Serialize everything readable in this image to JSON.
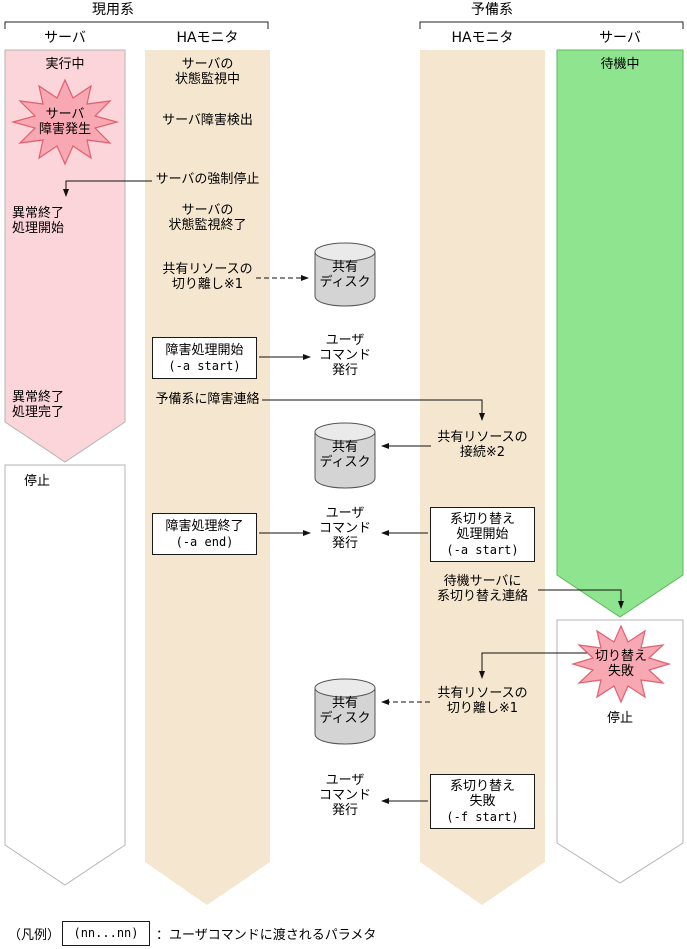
{
  "groups": {
    "active": "現用系",
    "standby": "予備系"
  },
  "columns": {
    "server_left": "サーバ",
    "hamonitor_left": "HAモニタ",
    "hamonitor_right": "HAモニタ",
    "server_right": "サーバ"
  },
  "active_server": {
    "running": "実行中",
    "failure_burst": "サーバ\n障害発生",
    "abend_start": "異常終了\n処理開始",
    "abend_done": "異常終了\n処理完了",
    "stopped": "停止"
  },
  "active_hamonitor": {
    "monitoring": "サーバの\n状態監視中",
    "failure_detected": "サーバ障害検出",
    "force_stop": "サーバの強制停止",
    "monitoring_end": "サーバの\n状態監視終了",
    "detach_resource": "共有リソースの\n切り離し※1",
    "cmd_start_box": {
      "title": "障害処理開始",
      "param": "(-a start)"
    },
    "notify_failure": "予備系に障害連絡",
    "cmd_end_box": {
      "title": "障害処理終了",
      "param": "(-a end)"
    }
  },
  "shared": {
    "disk": "共有\nディスク",
    "user_command": "ユーザ\nコマンド\n発行"
  },
  "standby_hamonitor": {
    "attach_resource": "共有リソースの\n接続※2",
    "switch_start_box": {
      "title": "系切り替え\n処理開始",
      "param": "(-a start)"
    },
    "notify_switch": "待機サーバに\n系切り替え連絡",
    "detach_resource": "共有リソースの\n切り離し※1",
    "switch_fail_box": {
      "title": "系切り替え\n失敗",
      "param": "(-f start)"
    }
  },
  "standby_server": {
    "waiting": "待機中",
    "failure_burst": "切り替え\n失敗",
    "stopped": "停止"
  },
  "legend": {
    "label": "（凡例）",
    "param_box": "(nn...nn)",
    "description": "：ユーザコマンドに渡されるパラメタ"
  },
  "colors": {
    "active_lane": "#fbd5d9",
    "monitor_lane": "#f5e6cf",
    "standby_lane": "#8fe48f",
    "stopped_lane": "#ffffff",
    "burst_fill": "#f7a8b2",
    "burst_stroke": "#e25f6e",
    "disk_body": "#d4d4d4",
    "disk_top": "#eaeaea"
  }
}
